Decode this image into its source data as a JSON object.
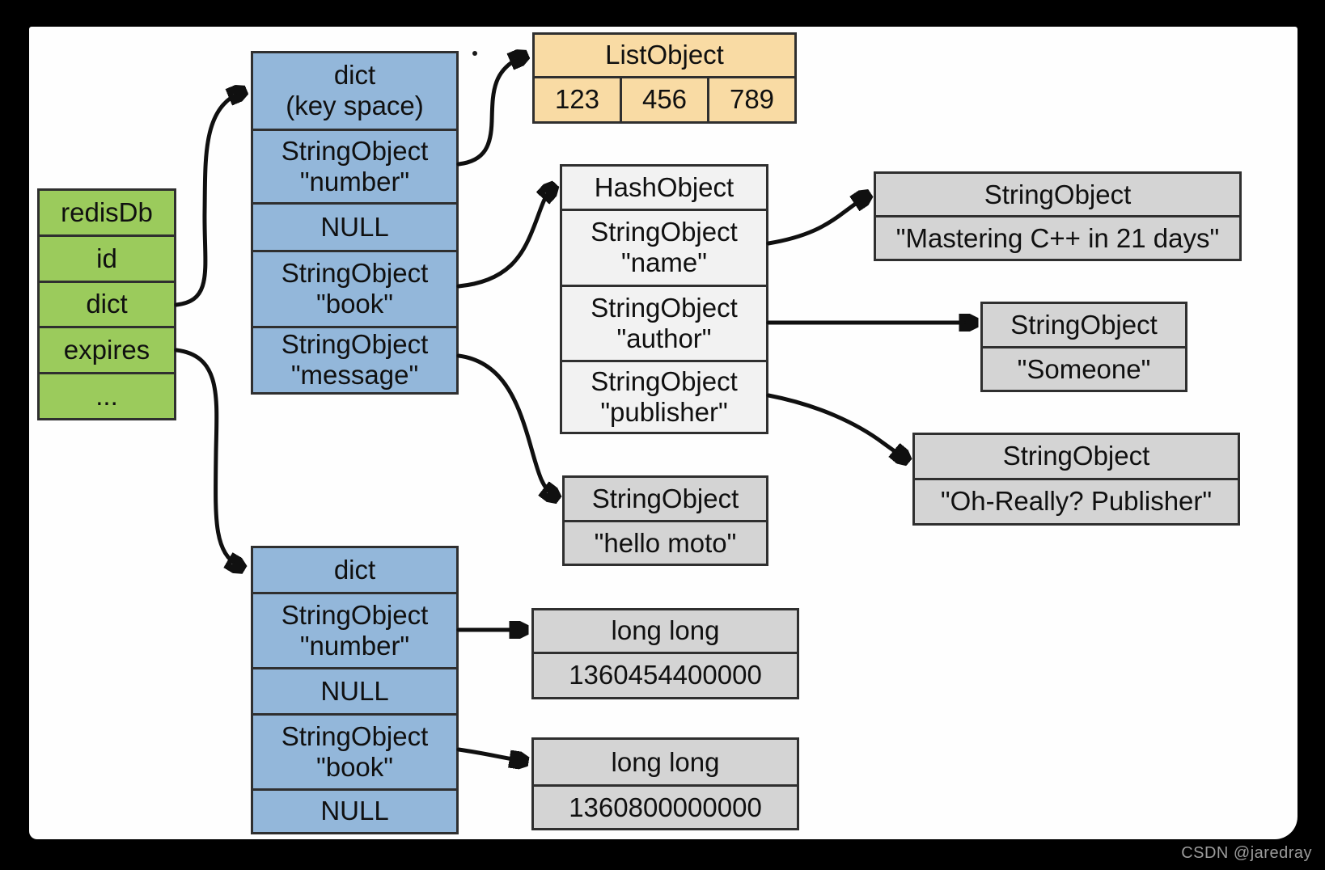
{
  "watermark": "CSDN @jaredray",
  "colors": {
    "background": "#000000",
    "sheet": "#fefefe",
    "green": "#9bcb5c",
    "blue": "#93b7da",
    "orange": "#f9dba4",
    "gray": "#d4d4d4",
    "hash_gray": "#f2f2f2",
    "border": "#2f2f2f",
    "arrow": "#101010",
    "watermark_text": "#9b9b9b"
  },
  "redis_db": {
    "rows": [
      "redisDb",
      "id",
      "dict",
      "expires",
      "..."
    ]
  },
  "key_space": {
    "title_line1": "dict",
    "title_line2": "(key space)",
    "row_number_line1": "StringObject",
    "row_number_line2": "\"number\"",
    "row_null": "NULL",
    "row_book_line1": "StringObject",
    "row_book_line2": "\"book\"",
    "row_message_line1": "StringObject",
    "row_message_line2": "\"message\""
  },
  "list_object": {
    "title": "ListObject",
    "cells": [
      "123",
      "456",
      "789"
    ]
  },
  "hash_object": {
    "title": "HashObject",
    "row_name_line1": "StringObject",
    "row_name_line2": "\"name\"",
    "row_author_line1": "StringObject",
    "row_author_line2": "\"author\"",
    "row_publisher_line1": "StringObject",
    "row_publisher_line2": "\"publisher\""
  },
  "string_mastering": {
    "title": "StringObject",
    "value": "\"Mastering C++ in 21 days\""
  },
  "string_someone": {
    "title": "StringObject",
    "value": "\"Someone\""
  },
  "string_publisher": {
    "title": "StringObject",
    "value": "\"Oh-Really? Publisher\""
  },
  "string_hello": {
    "title": "StringObject",
    "value": "\"hello moto\""
  },
  "expires_dict": {
    "title": "dict",
    "row_number_line1": "StringObject",
    "row_number_line2": "\"number\"",
    "row_null1": "NULL",
    "row_book_line1": "StringObject",
    "row_book_line2": "\"book\"",
    "row_null2": "NULL"
  },
  "long_number": {
    "title": "long long",
    "value": "1360454400000"
  },
  "long_book": {
    "title": "long long",
    "value": "1360800000000"
  }
}
